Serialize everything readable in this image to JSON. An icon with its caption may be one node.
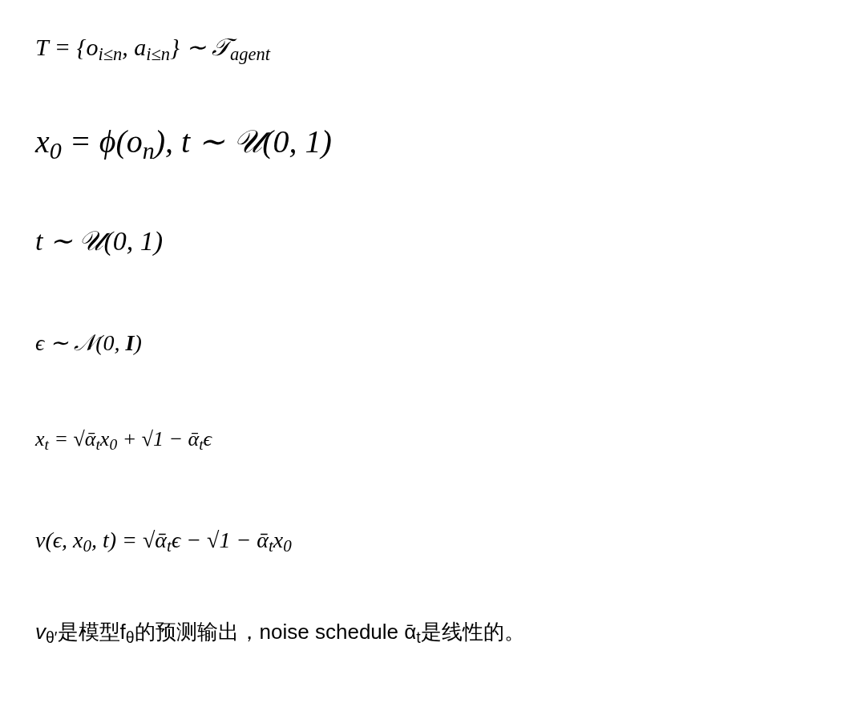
{
  "diagram": {
    "labels": [
      "T = {o$_{i≤n}$, a$_{i≤n}$} ∼ 𝒯$_{agent}$",
      "x$_{0}$ = ϕ(o$_{n}$), t ∼ 𝒰(0, 1)",
      "t ∼ 𝒰(0, 1)",
      "ϵ ∼ 𝒩(0, **I**)",
      "x$_{t}$ = √ᾱ$_{t}$x$_{0}$ + √1 − ᾱ$_{t}$ϵ",
      "v(ϵ, x$_{0}$, t) = √ᾱ$_{t}$ϵ − √1 − ᾱ$_{t}$x$_{0}$",
      "*v*$_{θ′}$是模型f$_{θ}$的预测输出，noise schedule ᾱ$_{t}$是线性的。"
    ]
  }
}
